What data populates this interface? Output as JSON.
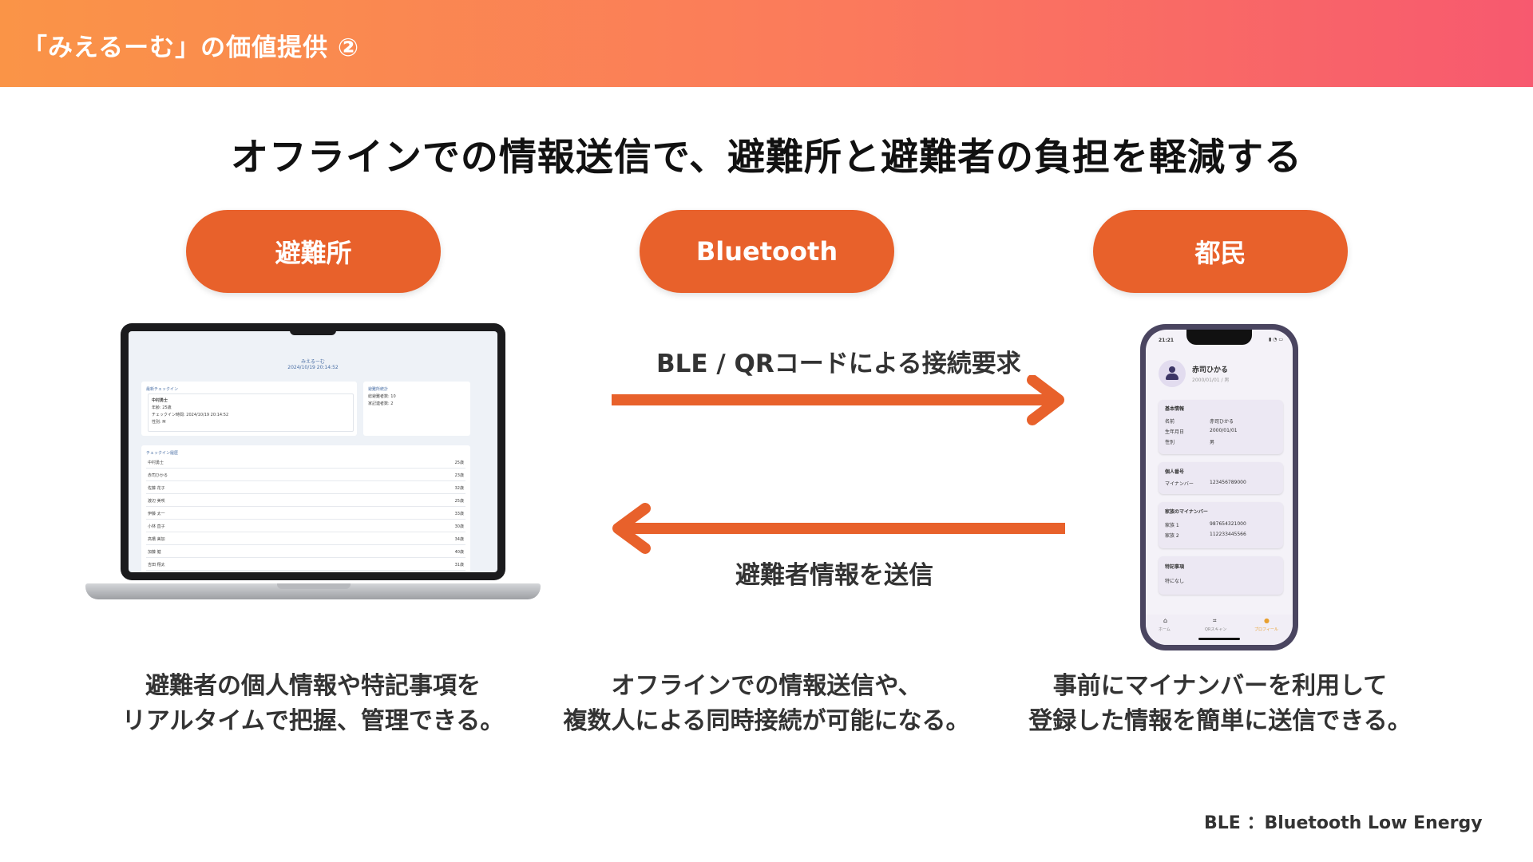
{
  "header": {
    "title": "「みえるーむ」の価値提供 ②"
  },
  "main_title": "オフラインでの情報送信で、避難所と避難者の負担を軽減する",
  "pills": {
    "left": "避難所",
    "center": "Bluetooth",
    "right": "都民"
  },
  "arrows": {
    "top_label": "BLE / QRコードによる接続要求",
    "bottom_label": "避難者情報を送信"
  },
  "descriptions": {
    "left": [
      "避難者の個人情報や特記事項を",
      "リアルタイムで把握、管理できる。"
    ],
    "center": [
      "オフラインでの情報送信や、",
      "複数人による同時接続が可能になる。"
    ],
    "right": [
      "事前にマイナンバーを利用して",
      "登録した情報を簡単に送信できる。"
    ]
  },
  "footnote": "BLE ：Bluetooth Low Energy",
  "colors": {
    "accent": "#e8612b",
    "header_start": "#fa9447",
    "header_end": "#f7596f"
  },
  "laptop_screen": {
    "app_title": "みえるーむ",
    "datetime": "2024/10/19 20:14:52",
    "latest_checkin": {
      "heading": "最新チェックイン",
      "name": "中村勇士",
      "age": "年齢: 25歳",
      "time": "チェックイン時間: 2024/10/19 20:14:52",
      "gender": "性別: M"
    },
    "stats": {
      "heading": "避難所統計",
      "total": "総避難者数: 10",
      "family": "家記連者数: 2"
    },
    "history": {
      "heading": "チェックイン履歴",
      "rows": [
        {
          "name": "中村勇士",
          "age": "25歳"
        },
        {
          "name": "赤司ひかる",
          "age": "23歳"
        },
        {
          "name": "佐藤 花子",
          "age": "32歳"
        },
        {
          "name": "渡辺 美咲",
          "age": "25歳"
        },
        {
          "name": "伊藤 太一",
          "age": "33歳"
        },
        {
          "name": "小林 直子",
          "age": "30歳"
        },
        {
          "name": "高橋 美加",
          "age": "34歳"
        },
        {
          "name": "加藤 健",
          "age": "40歳"
        },
        {
          "name": "吉田 翔太",
          "age": "31歳"
        }
      ]
    }
  },
  "phone_screen": {
    "time": "21:21",
    "profile_name": "赤司ひかる",
    "profile_sub": "2000/01/01 / 男",
    "basic": {
      "heading": "基本情報",
      "rows": [
        {
          "k": "名前",
          "v": "赤司ひかる"
        },
        {
          "k": "生年月日",
          "v": "2000/01/01"
        },
        {
          "k": "性別",
          "v": "男"
        }
      ]
    },
    "personal": {
      "heading": "個人番号",
      "k": "マイナンバー",
      "v": "123456789000"
    },
    "family": {
      "heading": "家族のマイナンバー",
      "rows": [
        {
          "k": "家族 1",
          "v": "987654321000"
        },
        {
          "k": "家族 2",
          "v": "112233445566"
        }
      ]
    },
    "notes": {
      "heading": "特記事項",
      "text": "特になし"
    },
    "nav": [
      "ホーム",
      "QRスキャン",
      "プロフィール"
    ]
  }
}
